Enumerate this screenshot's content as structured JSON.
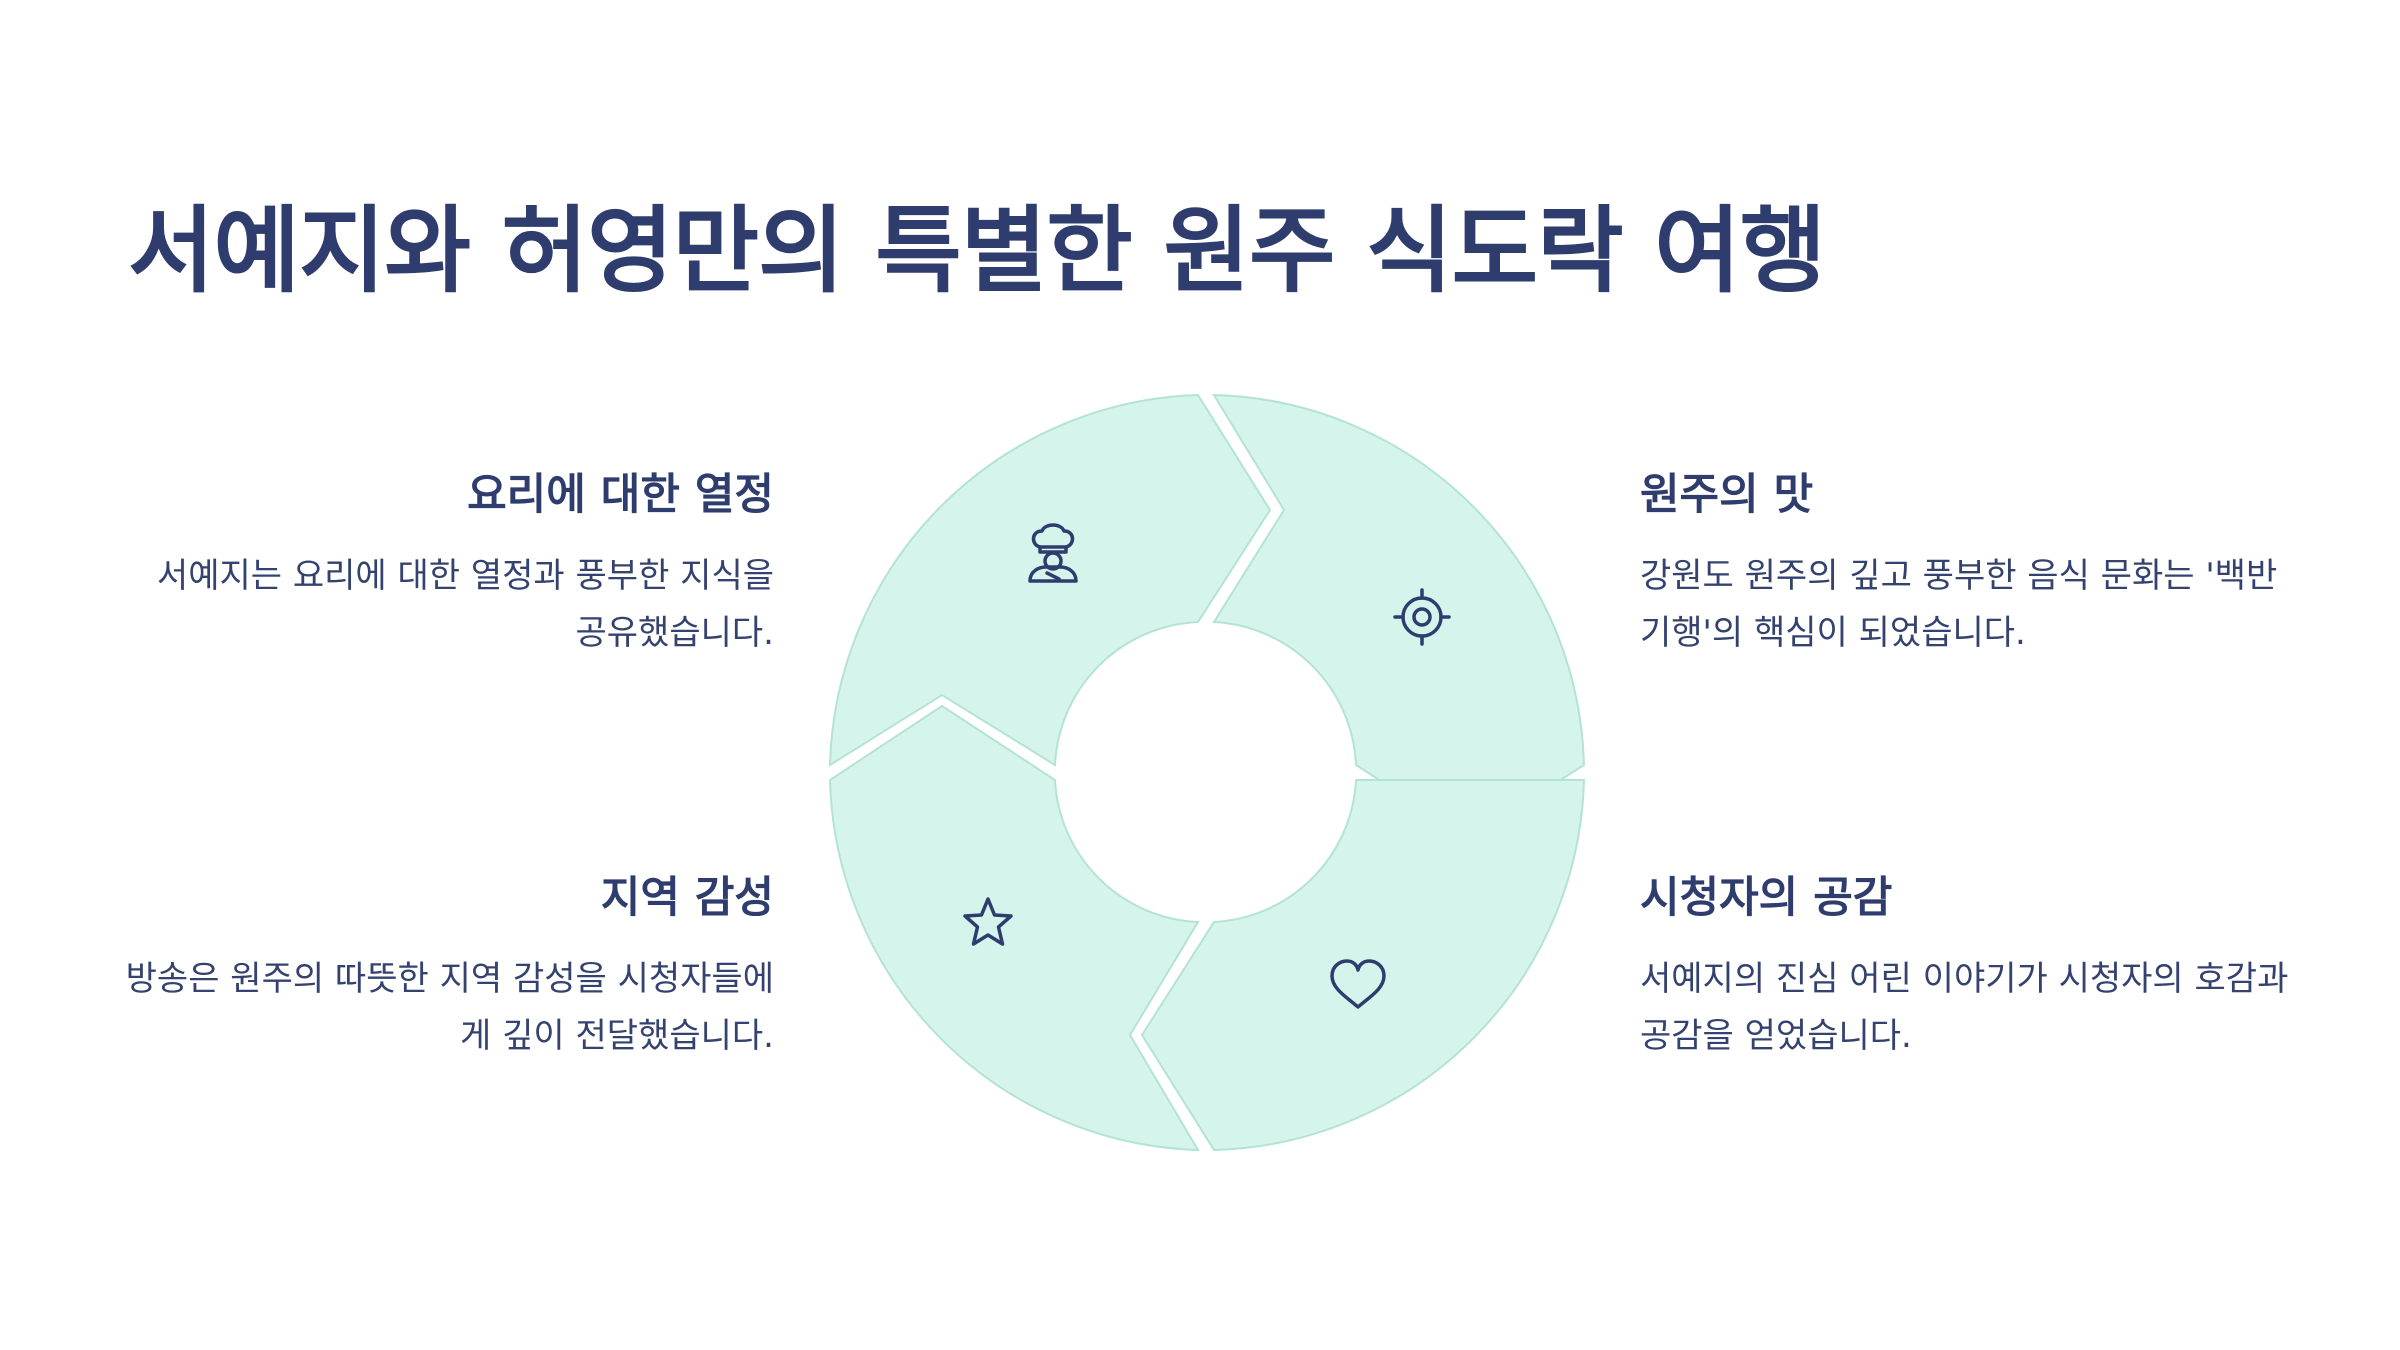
{
  "title": "서예지와 허영만의 특별한 원주 식도락 여행",
  "colors": {
    "text": "#2f3d6e",
    "segment_fill": "#d5f4ec",
    "segment_stroke": "#b4e3d6",
    "icon": "#2f3d6e"
  },
  "sections": [
    {
      "heading": "요리에 대한 열정",
      "body": "서예지는 요리에 대한 열정과 풍부한 지식을 공유했습니다.",
      "icon": "chef-icon"
    },
    {
      "heading": "원주의 맛",
      "body": "강원도 원주의 깊고 풍부한 음식 문화는 '백반기행'의 핵심이 되었습니다.",
      "icon": "target-icon"
    },
    {
      "heading": "지역 감성",
      "body": "방송은 원주의 따뜻한 지역 감성을 시청자들에게 깊이 전달했습니다.",
      "icon": "star-icon"
    },
    {
      "heading": "시청자의 공감",
      "body": "서예지의 진심 어린 이야기가 시청자의 호감과 공감을 얻었습니다.",
      "icon": "heart-icon"
    }
  ]
}
